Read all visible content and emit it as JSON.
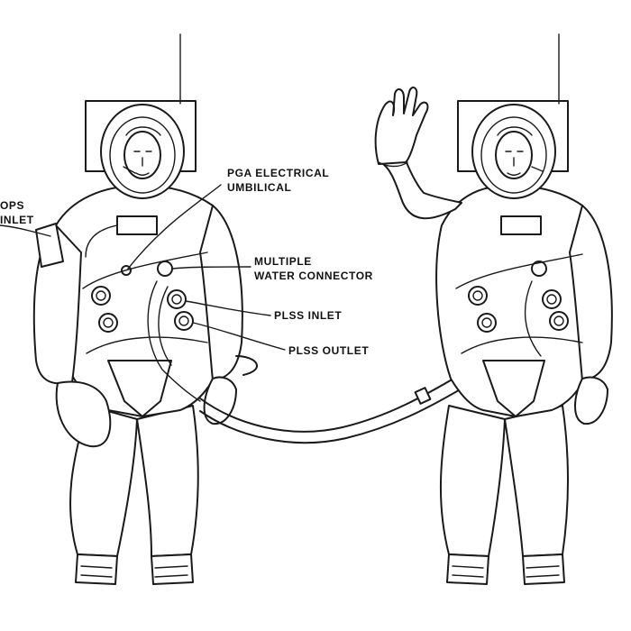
{
  "labels": {
    "ops_inlet": {
      "line1": "OPS",
      "line2": "INLET"
    },
    "pga_umbilical": {
      "line1": "PGA ELECTRICAL",
      "line2": "UMBILICAL"
    },
    "water_connector": {
      "line1": "MULTIPLE",
      "line2": "WATER CONNECTOR"
    },
    "plss_inlet": "PLSS INLET",
    "plss_outlet": "PLSS OUTLET"
  },
  "colors": {
    "ink": "#1a1a1a",
    "paper": "#ffffff"
  }
}
